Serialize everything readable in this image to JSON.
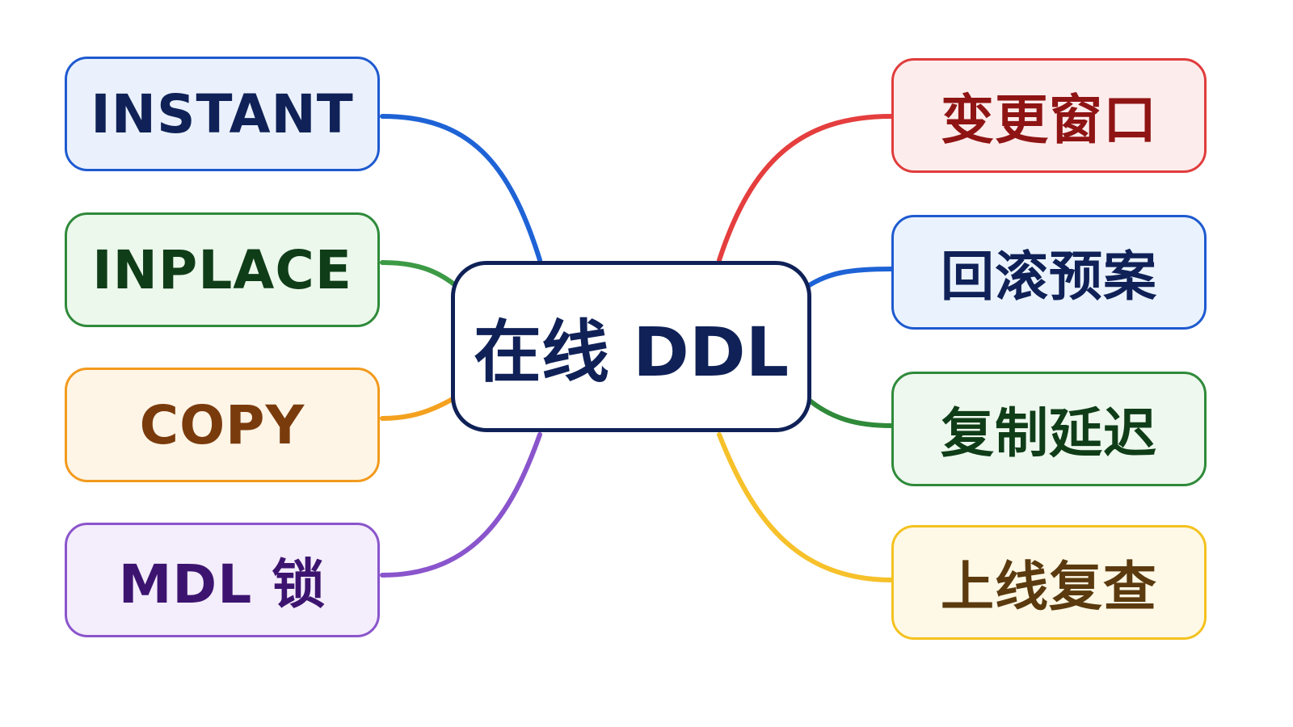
{
  "center": {
    "label": "在线 DDL",
    "border": "#0f2157",
    "text": "#0f2157",
    "fill": "#ffffff"
  },
  "left_branches": [
    {
      "label": "INSTANT",
      "border": "#1e5ad0",
      "fill": "#eaf1fc",
      "text": "#0f2157",
      "line": "#1e63d6"
    },
    {
      "label": "INPLACE",
      "border": "#2f8a3a",
      "fill": "#ecf8ec",
      "text": "#0f3d18",
      "line": "#3c9a45"
    },
    {
      "label": "COPY",
      "border": "#f29a1d",
      "fill": "#fef5e7",
      "text": "#7a3b0c",
      "line": "#f4a11f"
    },
    {
      "label": "MDL 锁",
      "border": "#8a55cc",
      "fill": "#f4edfb",
      "text": "#3c1470",
      "line": "#8a55cc"
    }
  ],
  "right_branches": [
    {
      "label": "变更窗口",
      "border": "#e03c3c",
      "fill": "#fdecec",
      "text": "#8f1414",
      "line": "#e53e3e"
    },
    {
      "label": "回滚预案",
      "border": "#1e5ad0",
      "fill": "#eaf3fd",
      "text": "#0f2157",
      "line": "#1e63d6"
    },
    {
      "label": "复制延迟",
      "border": "#2f8a3a",
      "fill": "#eef8ee",
      "text": "#0f3d18",
      "line": "#2f8a3a"
    },
    {
      "label": "上线复查",
      "border": "#f4c21f",
      "fill": "#fef8e6",
      "text": "#5a3a0e",
      "line": "#f6c12a"
    }
  ]
}
